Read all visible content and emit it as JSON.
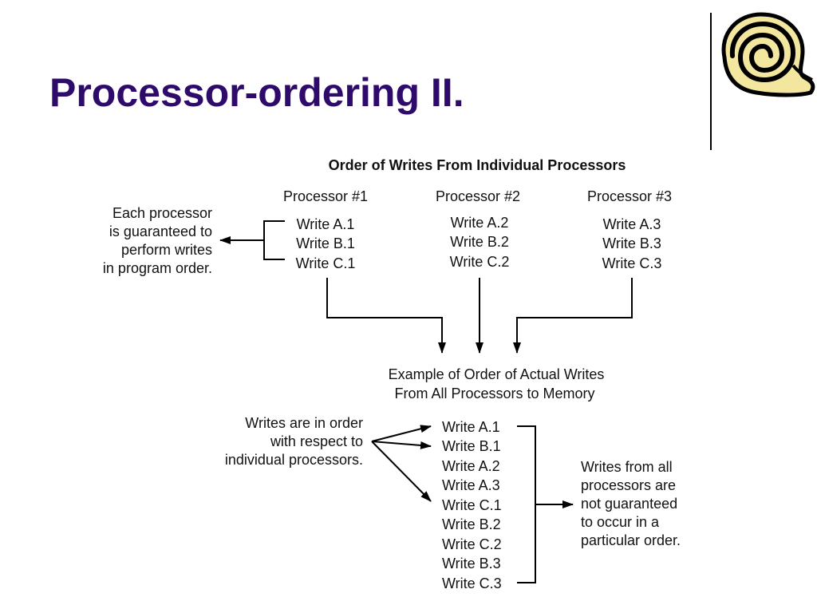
{
  "slide": {
    "title": "Processor-ordering II.",
    "title_color": "#2e0b6b"
  },
  "diagram": {
    "heading": "Order of Writes From Individual Processors",
    "processors": [
      {
        "label": "Processor #1",
        "writes": [
          "Write A.1",
          "Write B.1",
          "Write C.1"
        ]
      },
      {
        "label": "Processor #2",
        "writes": [
          "Write A.2",
          "Write B.2",
          "Write C.2"
        ]
      },
      {
        "label": "Processor #3",
        "writes": [
          "Write A.3",
          "Write B.3",
          "Write C.3"
        ]
      }
    ],
    "left_note": [
      "Each processor",
      "is guaranteed to",
      "perform writes",
      "in program order."
    ],
    "actual_heading": [
      "Example of Order of Actual Writes",
      "From All Processors to Memory"
    ],
    "actual_order": [
      "Write A.1",
      "Write B.1",
      "Write A.2",
      "Write A.3",
      "Write C.1",
      "Write B.2",
      "Write C.2",
      "Write B.3",
      "Write C.3"
    ],
    "order_note": [
      "Writes are in order",
      "with respect to",
      "individual processors."
    ],
    "right_note": [
      "Writes from all",
      "processors are",
      "not guaranteed",
      "to occur in a",
      "particular order."
    ]
  },
  "logo": {
    "icon": "scroll-icon",
    "fill": "#f3e7a0",
    "stroke": "#000000"
  }
}
